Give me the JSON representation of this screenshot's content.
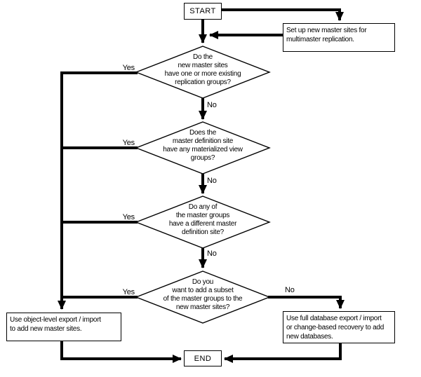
{
  "title": "Multimaster replication setup decision flowchart",
  "colors": {
    "background": "#ffffff",
    "line": "#000000",
    "text": "#000000",
    "node_fill": "#ffffff"
  },
  "nodes": {
    "start": {
      "label": "START"
    },
    "setup": {
      "text": "Set up new master sites for\nmultimaster replication."
    },
    "decision1": {
      "text": "Do the\nnew master sites\nhave one or more existing\nreplication groups?"
    },
    "decision2": {
      "text": "Does the\nmaster definition site\nhave any materialized view\ngroups?"
    },
    "decision3": {
      "text": "Do any of\nthe master groups\nhave a different master\ndefinition site?"
    },
    "decision4": {
      "text": "Do you\nwant to add a subset\nof the master groups to the\nnew master sites?"
    },
    "action_yes": {
      "text": "Use object-level export / import\nto add new master sites."
    },
    "action_no": {
      "text": "Use full database export / import\nor change-based recovery to add\nnew databases."
    },
    "end": {
      "label": "END"
    }
  },
  "labels": {
    "yes": "Yes",
    "no": "No"
  }
}
